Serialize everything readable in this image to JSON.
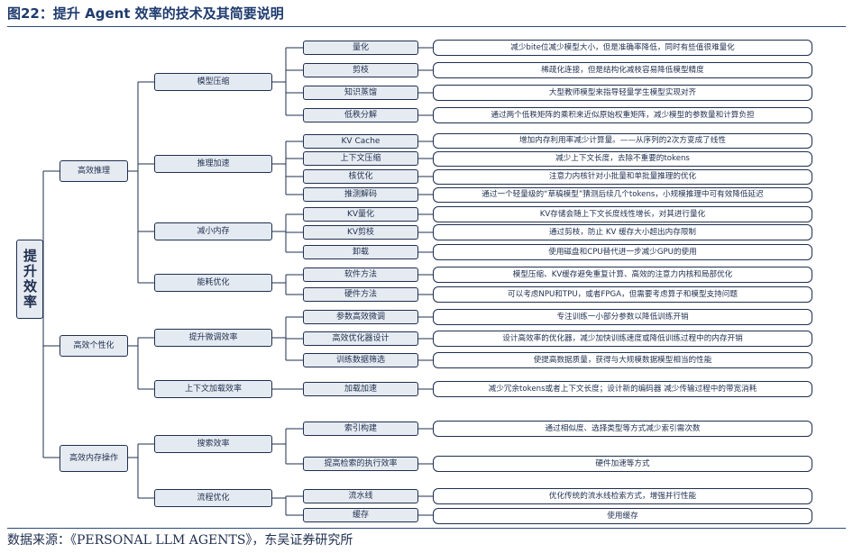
{
  "title": "图22：提升 Agent 效率的技术及其简要说明",
  "root": "提升效率",
  "level1": [
    "高效推理",
    "高效个性化",
    "高效内存操作"
  ],
  "level2": [
    "模型压缩",
    "推理加速",
    "减小内存",
    "能耗优化",
    "提升微调效率",
    "上下文加载效率",
    "搜索效率",
    "流程优化"
  ],
  "level3": [
    "量化",
    "剪枝",
    "知识蒸馏",
    "低秩分解",
    "KV Cache",
    "上下文压缩",
    "核优化",
    "推测解码",
    "KV量化",
    "KV剪枝",
    "卸载",
    "软件方法",
    "硬件方法",
    "参数高效微调",
    "高效优化器设计",
    "训练数据筛选",
    "加载加速",
    "索引构建",
    "提高检索的执行效率",
    "流水线",
    "缓存"
  ],
  "descriptions": [
    "减少bite位减少模型大小，但是准确率降低，同时有些值很难量化",
    "稀疏化连接，但是结构化减枝容易降低模型精度",
    "大型教师模型来指导轻量学生模型实现对齐",
    "通过两个低秩矩阵的乘积来近似原始权重矩阵，减少模型的参数量和计算负担",
    "增加内存利用率减少计算量。——从序列的2次方变成了线性",
    "减少上下文长度，去除不重要的tokens",
    "注意力内核针对小批量和单批量推理的优化",
    "通过一个轻量级的“草稿模型”猜测后续几个tokens，小规模推理中可有效降低延迟",
    "KV存储会随上下文长度线性增长，对其进行量化",
    "通过剪枝，防止 KV 缓存大小超出内存限制",
    "使用磁盘和CPU替代进一步减少GPU的使用",
    "模型压缩、KV缓存避免重复计算、高效的注意力内核和局部优化",
    "可以考虑NPU和TPU，或者FPGA，但需要考虑算子和模型支持问题",
    "专注训练一小部分参数以降低训练开销",
    "设计高效率的优化器，减少加快训练速度或降低训练过程中的内存开销",
    "使提高数据质量，获得与大规模数据模型相当的性能",
    "减少冗余tokens或者上下文长度；设计新的编码器 减少传输过程中的带宽消耗",
    "通过相似度、选择类型等方式减少索引需次数",
    "硬件加速等方式",
    "优化传统的流水线检索方式，增强并行性能",
    "使用缓存"
  ],
  "source": "数据来源：《PERSONAL LLM AGENTS》，东吴证券研究所"
}
